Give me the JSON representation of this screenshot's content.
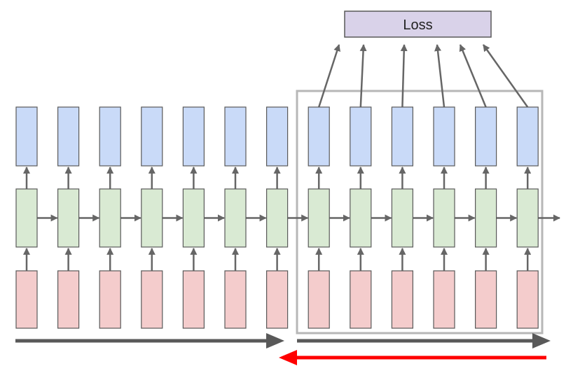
{
  "diagram": {
    "loss_label": "Loss",
    "timesteps": 13,
    "window_steps": 6,
    "colors": {
      "output": "#c9daf8",
      "hidden": "#d9ead3",
      "input": "#f4cccc",
      "loss": "#d9d2e9",
      "stroke": "#595959",
      "connector": "#666666",
      "window": "#b7b7b7",
      "forward_arrow": "#595959",
      "backward_arrow": "#ff0000"
    }
  }
}
